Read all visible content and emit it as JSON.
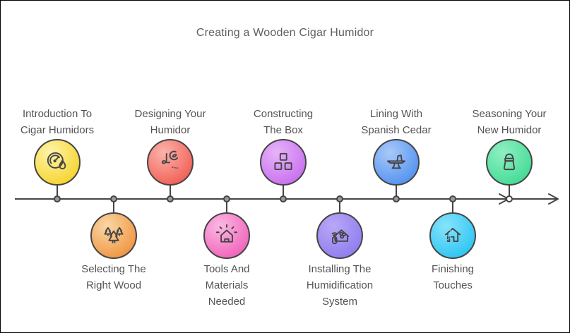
{
  "title": "Creating a Wooden Cigar Humidor",
  "colors": {
    "line": "#454545",
    "text": "#545454",
    "background": "#ffffff",
    "dot_fill": "#9a9a9a",
    "dot_open_fill": "#ffffff"
  },
  "steps": [
    {
      "label": "Introduction To Cigar Humidors",
      "lines": [
        "Introduction To",
        "Cigar Humidors"
      ],
      "side": "above",
      "icon": "hygrometer-droplet-icon",
      "color_light": "#fdf4aa",
      "color_dark": "#f6d227",
      "dot_fill": "#9a9a9a"
    },
    {
      "label": "Selecting The Right Wood",
      "lines": [
        "Selecting The",
        "Right Wood"
      ],
      "side": "below",
      "icon": "pine-trees-icon",
      "color_light": "#fad7a5",
      "color_dark": "#ef923c",
      "dot_fill": "#9a9a9a"
    },
    {
      "label": "Designing Your Humidor",
      "lines": [
        "Designing Your",
        "Humidor"
      ],
      "side": "above",
      "icon": "design-sketch-icon",
      "color_light": "#fbb3ab",
      "color_dark": "#f15b51",
      "dot_fill": "#9a9a9a"
    },
    {
      "label": "Tools And Materials Needed",
      "lines": [
        "Tools And",
        "Materials",
        "Needed"
      ],
      "side": "below",
      "icon": "house-rays-icon",
      "color_light": "#fcb9e3",
      "color_dark": "#ef5fb8",
      "dot_fill": "#9a9a9a"
    },
    {
      "label": "Constructing The Box",
      "lines": [
        "Constructing",
        "The Box"
      ],
      "side": "above",
      "icon": "stacked-squares-icon",
      "color_light": "#e6b4f8",
      "color_dark": "#c76cef",
      "dot_fill": "#9a9a9a"
    },
    {
      "label": "Installing The Humidification System",
      "lines": [
        "Installing The",
        "Humidification",
        "System"
      ],
      "side": "below",
      "icon": "house-fan-remote-icon",
      "color_light": "#b9a8f6",
      "color_dark": "#8d7bee",
      "dot_fill": "#9a9a9a"
    },
    {
      "label": "Lining With Spanish Cedar",
      "lines": [
        "Lining With",
        "Spanish Cedar"
      ],
      "side": "above",
      "icon": "table-saw-icon",
      "color_light": "#a9c9f8",
      "color_dark": "#4e8ff0",
      "dot_fill": "#9a9a9a"
    },
    {
      "label": "Finishing Touches",
      "lines": [
        "Finishing",
        "Touches"
      ],
      "side": "below",
      "icon": "house-outline-dashed-icon",
      "color_light": "#86e4fb",
      "color_dark": "#2ac3f2",
      "dot_fill": "#9a9a9a"
    },
    {
      "label": "Seasoning Your New Humidor",
      "lines": [
        "Seasoning Your",
        "New Humidor"
      ],
      "side": "above",
      "icon": "seasoning-shaker-icon",
      "color_light": "#8ff0c2",
      "color_dark": "#40da94",
      "dot_fill": "#ffffff"
    }
  ]
}
